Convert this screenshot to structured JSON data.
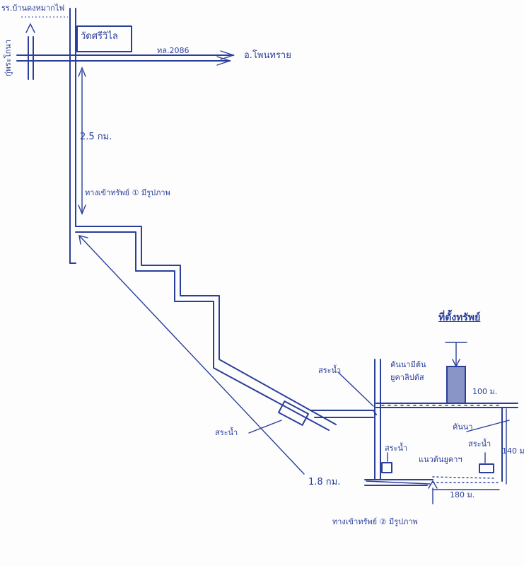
{
  "labels": {
    "school": "รร.บ้านดงหมากไฟ",
    "temple": "วัดศรีวิไล",
    "road_no": "ทล.2086",
    "to_district": "อ.โพนทราย",
    "to_side": "กู่พระโกนา",
    "dist_top": "2.5 กม.",
    "entrance_1": "ทางเข้าทรัพย์ ① มีรูปภาพ",
    "dist_diag": "1.8 กม.",
    "entrance_2": "ทางเข้าทรัพย์ ② มีรูปภาพ",
    "pond_left": "สระน้ำ",
    "pond_right_top": "สระน้ำ",
    "pond_in_left": "สระน้ำ",
    "pond_in_right": "สระน้ำ",
    "property": "ที่ตั้งทรัพย์",
    "dike_note_1": "คันนามีต้น",
    "dike_note_2": "ยูคาลิปตัส",
    "dike": "คันนา",
    "euca_row": "แนวต้นยูคาฯ",
    "dim_top": "100 ม.",
    "dim_side": "140 ม.",
    "dim_bottom": "180 ม."
  }
}
